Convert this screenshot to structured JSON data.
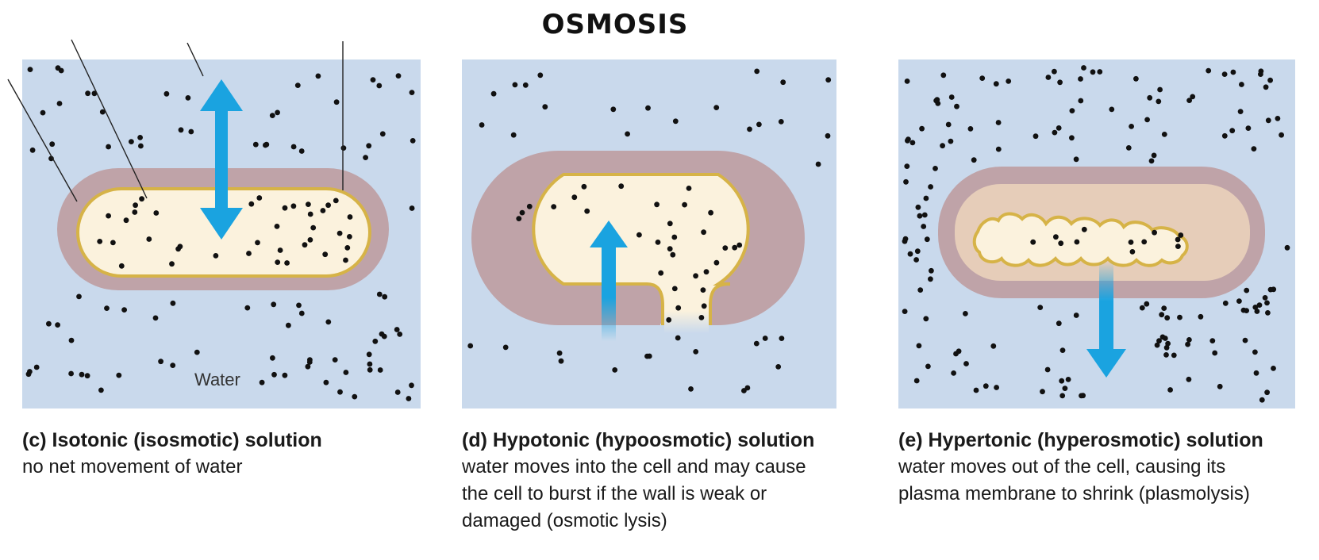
{
  "title": "OSMOSIS",
  "water_label": "Water",
  "panels": [
    {
      "id": "c",
      "heading": "(c) Isotonic (isosmotic) solution",
      "description": [
        "no net movement of water"
      ],
      "arrow": "both"
    },
    {
      "id": "d",
      "heading": "(d) Hypotonic (hypoosmotic) solution",
      "description": [
        "water moves into the cell and may cause",
        "the cell to burst if the wall is weak or",
        "damaged (osmotic lysis)"
      ],
      "arrow": "into-cell"
    },
    {
      "id": "e",
      "heading": "(e) Hypertonic (hyperosmotic) solution",
      "description": [
        "water moves out of the cell, causing its",
        "plasma membrane to shrink (plasmolysis)"
      ],
      "arrow": "out-of-cell"
    }
  ],
  "colors": {
    "background": "#c9d9ec",
    "cell_wall": "#bfa3a8",
    "cytoplasm": "#fbf2dd",
    "membrane": "#d6b347",
    "arrow": "#1aa3e0",
    "particle": "#111111"
  }
}
